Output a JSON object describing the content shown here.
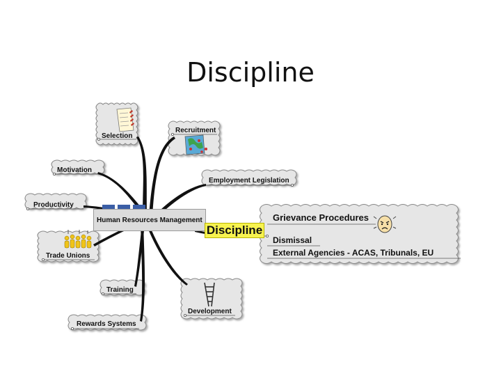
{
  "title": "Discipline",
  "hub_label": "Human Resources Management",
  "center_label": "Discipline",
  "branches": [
    {
      "id": "selection",
      "label": "Selection"
    },
    {
      "id": "recruitment",
      "label": "Recruitment"
    },
    {
      "id": "motivation",
      "label": "Motivation"
    },
    {
      "id": "employment-legislation",
      "label": "Employment Legislation"
    },
    {
      "id": "productivity",
      "label": "Productivity"
    },
    {
      "id": "trade-unions",
      "label": "Trade Unions"
    },
    {
      "id": "training",
      "label": "Training"
    },
    {
      "id": "development",
      "label": "Development"
    },
    {
      "id": "rewards-systems",
      "label": "Rewards Systems"
    }
  ],
  "discipline_items": [
    "Grievance Procedures",
    "Dismissal",
    "External Agencies - ACAS, Tribunals, EU"
  ],
  "icons": [
    "checklist-icon",
    "map-icon",
    "crowd-icon",
    "ladder-icon",
    "angry-face-icon"
  ],
  "colors": {
    "highlight": "#f7f34f",
    "hub_tab": "#3b5ea6",
    "cloud": "#e6e6e6"
  }
}
